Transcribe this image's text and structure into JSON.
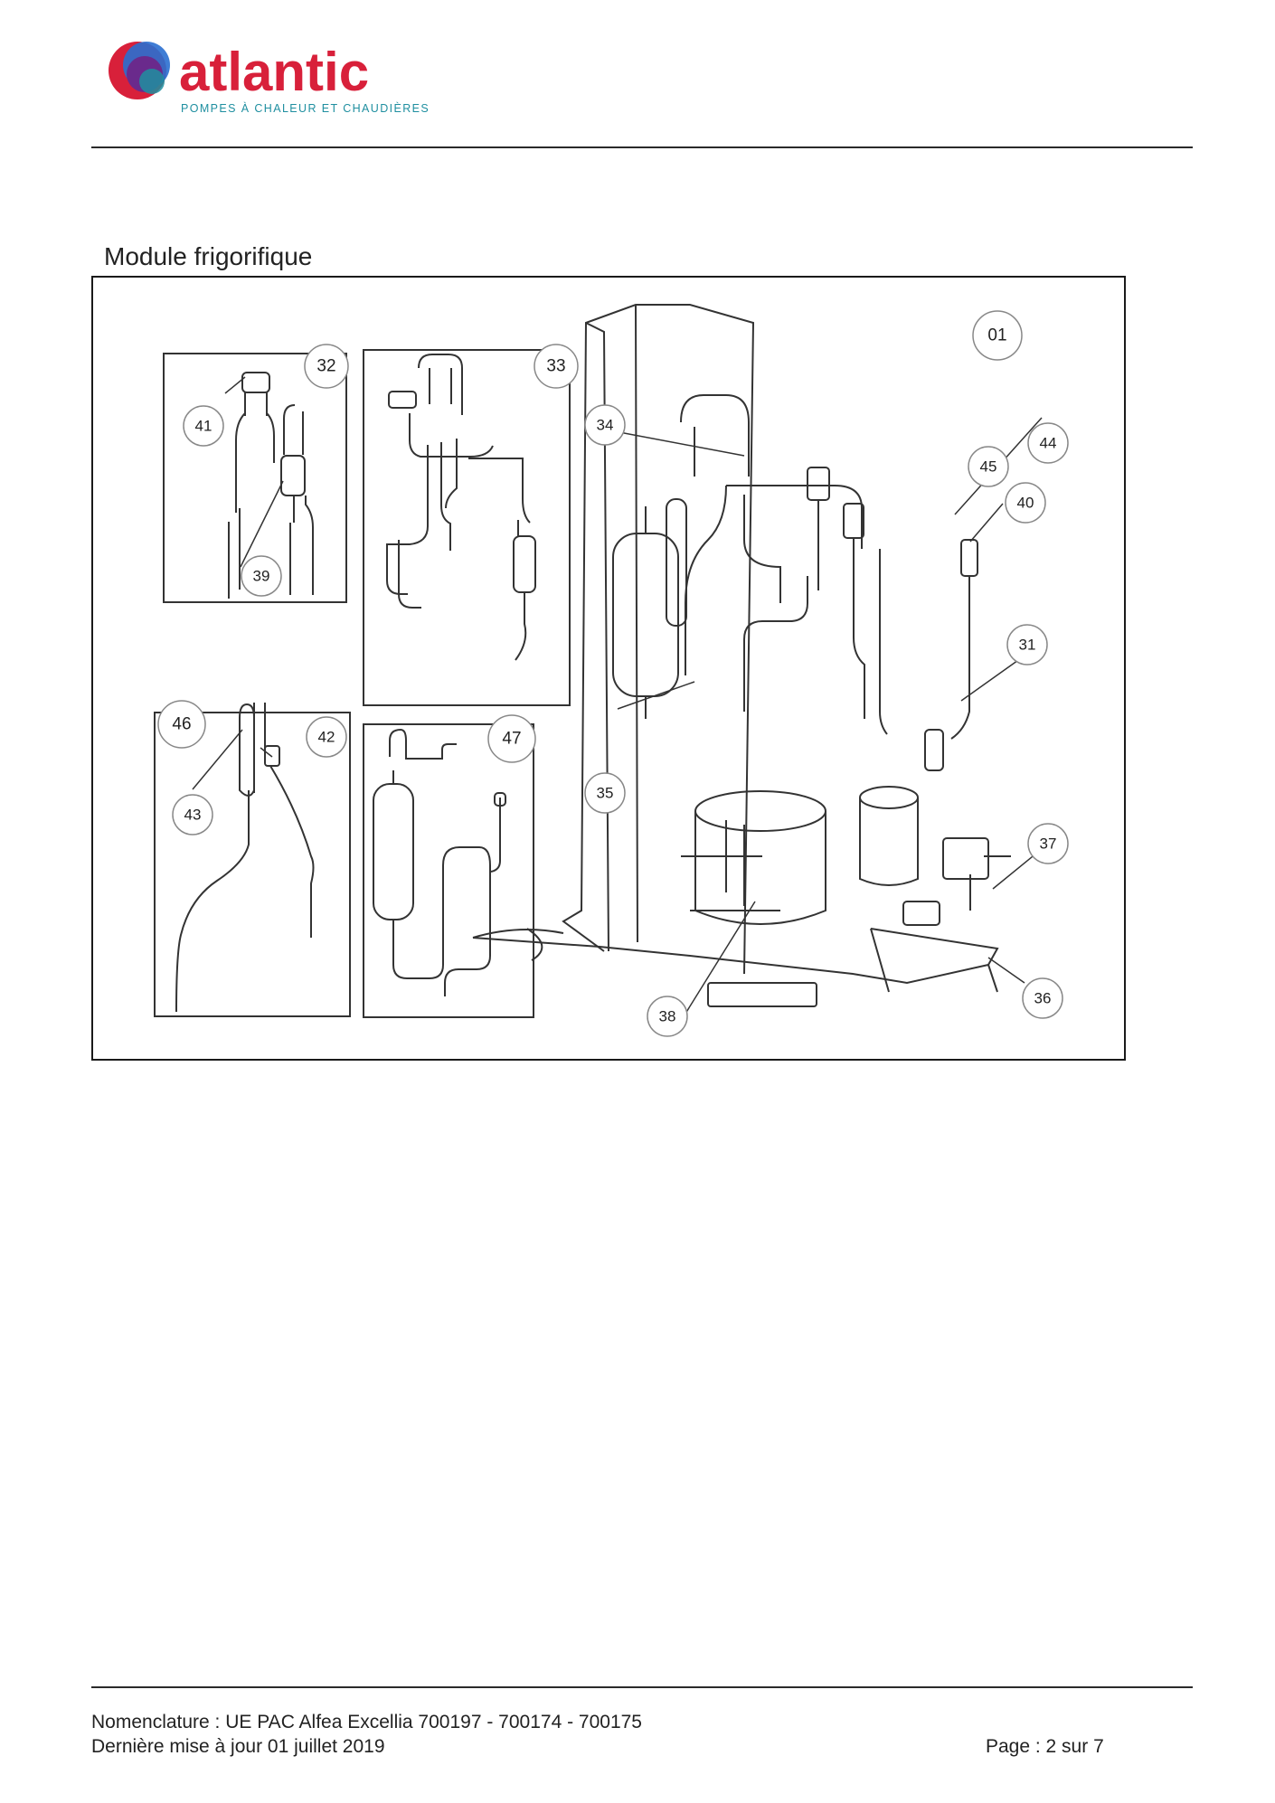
{
  "brand": {
    "name": "atlantic",
    "tagline": "POMPES À CHALEUR ET CHAUDIÈRES",
    "colors": {
      "red": "#d8203a",
      "blue": "#2a6fd0",
      "purple": "#6a2a8c",
      "teal": "#1f8fa0"
    }
  },
  "section": {
    "title": "Module frigorifique"
  },
  "callouts": {
    "c01": "01",
    "c31": "31",
    "c32": "32",
    "c33": "33",
    "c34": "34",
    "c35": "35",
    "c36": "36",
    "c37": "37",
    "c38": "38",
    "c39": "39",
    "c40": "40",
    "c41": "41",
    "c42": "42",
    "c43": "43",
    "c44": "44",
    "c45": "45",
    "c46": "46",
    "c47": "47"
  },
  "footer": {
    "nomenclature": "Nomenclature : UE PAC Alfea Excellia 700197 - 700174 - 700175",
    "updated": "Dernière mise à jour 01 juillet 2019",
    "page": "Page : 2 sur 7"
  }
}
